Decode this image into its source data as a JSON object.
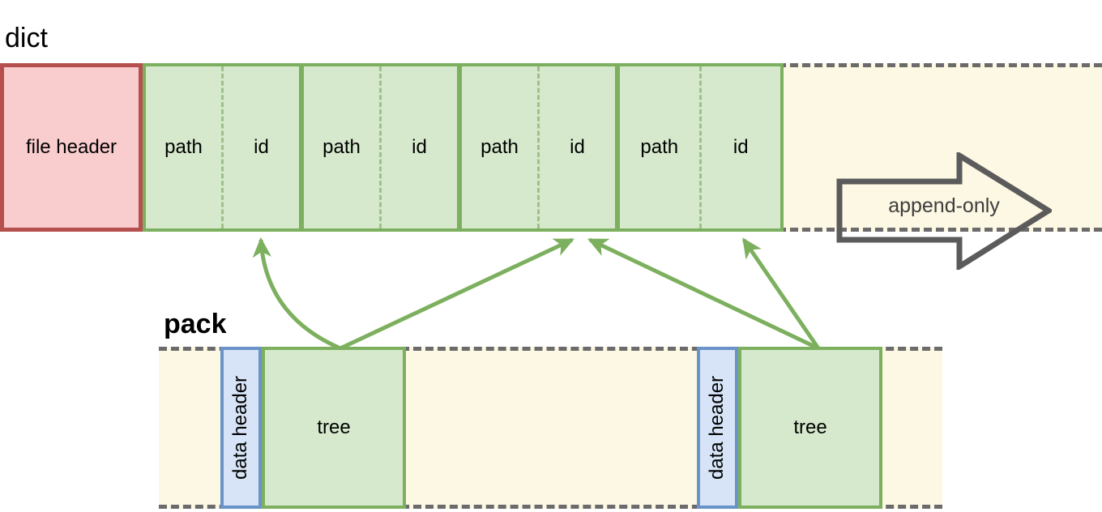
{
  "diagram": {
    "title_dict": "dict",
    "title_pack": "pack",
    "colors": {
      "green_fill": "#d6e9cd",
      "green_stroke": "#7cb05e",
      "pink_fill": "#f9ccce",
      "red_stroke": "#b5504f",
      "blue_fill": "#d7e4f7",
      "blue_stroke": "#6a93c8",
      "cream_fill": "#fdf8e3",
      "dash_stroke": "#6b6b6b",
      "arrow_text": "#3d3d3d"
    }
  },
  "dict_row": {
    "label": "dict",
    "file_header_label": "file header",
    "entries": [
      {
        "path_label": "path",
        "id_label": "id"
      },
      {
        "path_label": "path",
        "id_label": "id"
      },
      {
        "path_label": "path",
        "id_label": "id"
      },
      {
        "path_label": "path",
        "id_label": "id"
      }
    ],
    "append_only_label": "append-only"
  },
  "pack_row": {
    "label": "pack",
    "blocks": [
      {
        "data_header_label": "data header",
        "tree_label": "tree"
      },
      {
        "data_header_label": "data header",
        "tree_label": "tree"
      }
    ]
  },
  "connectors": {
    "count": 4,
    "description": "green arrows from pack tree blocks up to dict entries"
  }
}
